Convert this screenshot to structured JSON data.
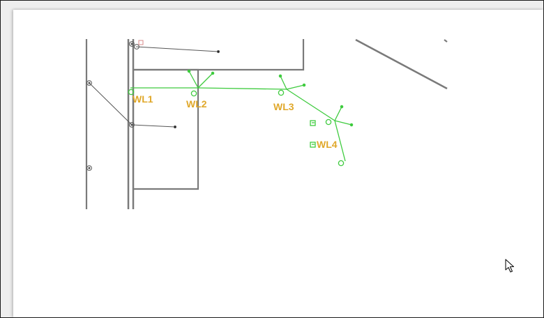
{
  "colors": {
    "wall": "#7a7a7a",
    "wall_dark": "#555555",
    "wire": "#3ecb3e",
    "label": "#e0a82b",
    "leader": "#333333",
    "background": "#ffffff"
  },
  "labels": {
    "wl1": "WL1",
    "wl2": "WL2",
    "wl3": "WL3",
    "wl4": "WL4"
  },
  "cursor": {
    "icon": "arrow-pointer-icon"
  }
}
